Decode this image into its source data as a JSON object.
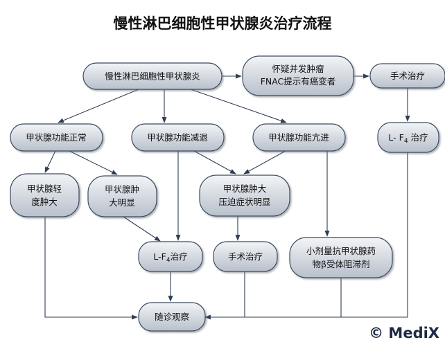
{
  "title": "慢性淋巴细胞性甲状腺炎治疗流程",
  "watermark": "© MediX",
  "colors": {
    "node_top": "#f2f4f7",
    "node_bottom": "#b8c0cb",
    "node_border": "#3d4b5f",
    "edge": "#2f3d52"
  },
  "nodes": {
    "root": {
      "label": "慢性淋巴细胞性甲状腺炎"
    },
    "suspect_tumor": {
      "line1": "怀疑并发肿瘤",
      "line2": "FNAC提示有癌变者"
    },
    "surgery_top": {
      "label": "手术治疗"
    },
    "normal_function": {
      "label": "甲状腺功能正常"
    },
    "hypothyroid": {
      "label": "甲状腺功能减退"
    },
    "hyperthyroid": {
      "label": "甲状腺功能亢进"
    },
    "l_t4_right": {
      "prefix": "L- F",
      "sub": "4",
      "suffix": " 治疗"
    },
    "mild_enlarge": {
      "line1": "甲状腺轻",
      "line2": "度肿大"
    },
    "enlarge": {
      "line1": "甲状腺肿",
      "line2": "大明显"
    },
    "compression": {
      "line1": "甲状腺肿大",
      "line2": "压迫症状明显"
    },
    "l_t4_mid": {
      "prefix": "L-F",
      "sub": "4",
      "suffix": "治疗"
    },
    "surgery_mid": {
      "label": "手术治疗"
    },
    "antithyroid": {
      "line1": "小剂量抗甲状腺药",
      "line2": "物β受体阻滞剂"
    },
    "follow_up": {
      "label": "随诊观察"
    }
  }
}
